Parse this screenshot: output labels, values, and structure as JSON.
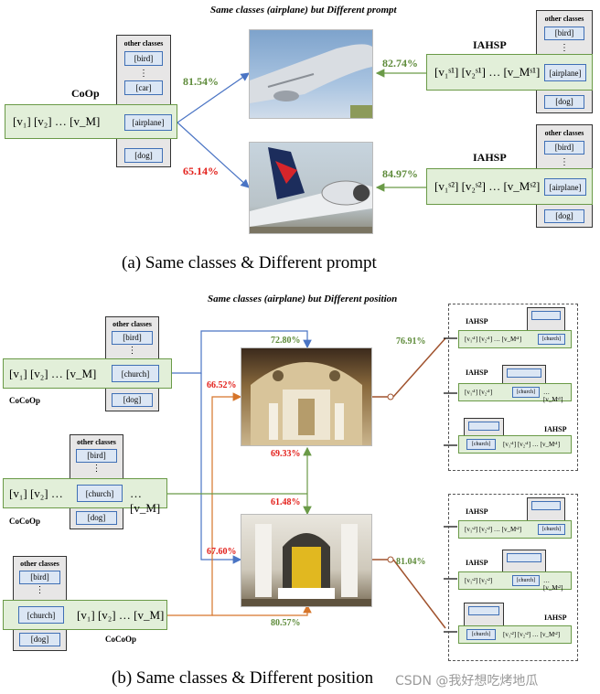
{
  "panel_a": {
    "title": "Same classes (airplane) but Different prompt",
    "caption": "(a)  Same classes & Different prompt",
    "coop_label": "CoOp",
    "coop_prompt": "[v₁] [v₂] … [v_M]",
    "ctx_class": "[airplane]",
    "other_classes": "other classes",
    "cls_bird": "[bird]",
    "cls_car": "[car]",
    "cls_dog": "[dog]",
    "iahsp_label": "IAHSP",
    "iahsp_prompt_1": "[v₁ˢ¹] [v₂ˢ¹] … [v_Mˢ¹]",
    "iahsp_prompt_2": "[v₁ˢ²] [v₂ˢ²] … [v_Mˢ²]",
    "pct_coop_top": "81.54%",
    "pct_coop_bottom": "65.14%",
    "pct_iahsp_top": "82.74%",
    "pct_iahsp_bottom": "84.97%"
  },
  "panel_b": {
    "title": "Same classes (airplane) but Different position",
    "caption": "(b)  Same classes & Different position",
    "cocoop_label": "CoCoOp",
    "prompt_start": "[v₁] [v₂] … [v_M]",
    "prompt_mid_left": "[v₁] [v₂] …",
    "prompt_mid_right": "… [v_M]",
    "prompt_end": "[v₁] [v₂] … [v_M]",
    "ctx_class": "[church]",
    "other_classes": "other classes",
    "cls_bird": "[bird]",
    "cls_dog": "[dog]",
    "iahsp_label": "IAHSP",
    "pct_72": "72.80%",
    "pct_66": "66.52%",
    "pct_69": "69.33%",
    "pct_61": "61.48%",
    "pct_67": "67.60%",
    "pct_80": "80.57%",
    "pct_76": "76.91%",
    "pct_81": "81.04%",
    "iahsp_s1_a": "[v₁ˢ¹] [v₂ˢ¹] … [v_Mˢ¹]",
    "iahsp_s1_b": "[v₁ˢ¹] [v₂ˢ¹]",
    "iahsp_s1_c": "… [v_Mˢ¹]",
    "iahsp_s1_d": "[v₁ˢ¹] [v₂ˢ¹] … [v_Mˢ¹]",
    "iahsp_s2_a": "[v₁ˢ²] [v₂ˢ²] … [v_Mˢ²]",
    "iahsp_s2_b": "[v₁ˢ²] [v₂ˢ²]",
    "iahsp_s2_c": "… [v_Mˢ²]",
    "iahsp_s2_d": "[v₁ˢ²] [v₂ˢ²] … [v_Mˢ²]"
  },
  "watermark": "CSDN @我好想吃烤地瓜",
  "colors": {
    "green": "#5e8b3a",
    "red": "#e3201b",
    "blue": "#4a74c4",
    "orange": "#d6752a"
  }
}
